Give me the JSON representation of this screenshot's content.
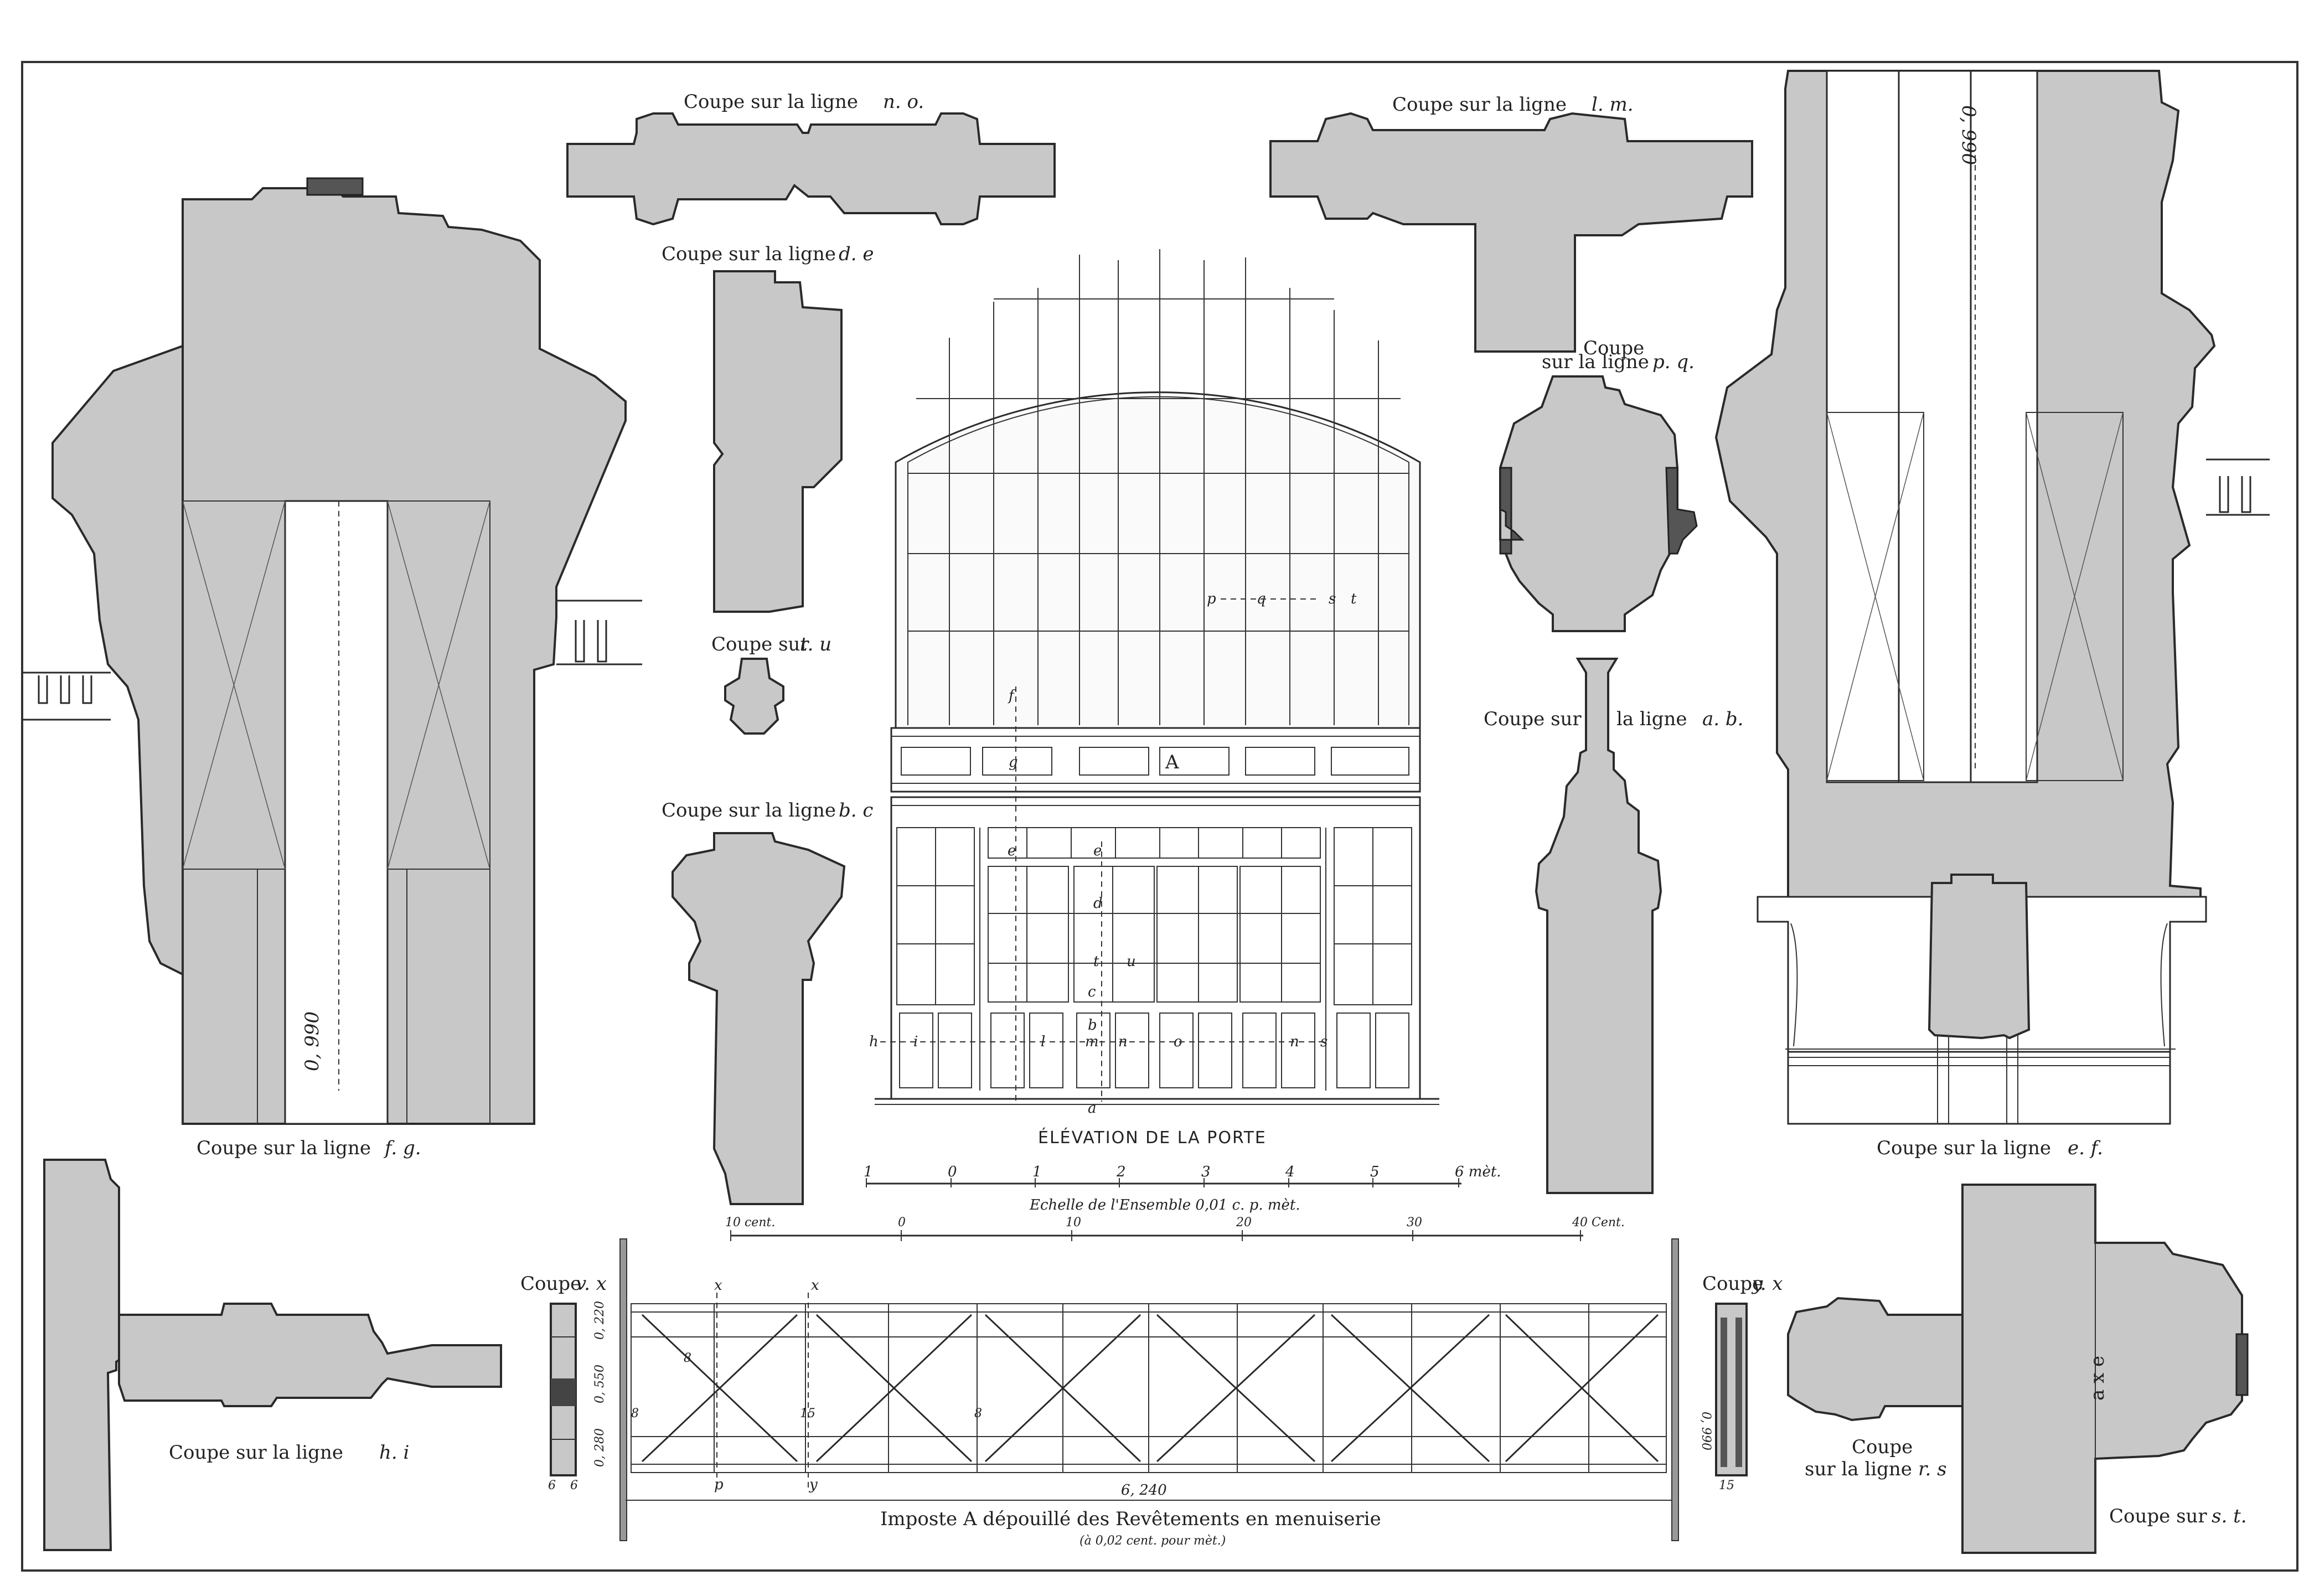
{
  "labels": {
    "coupe_no": "Coupe sur la ligne",
    "coupe_no_letters": "n. o.",
    "coupe_lm": "Coupe sur la ligne",
    "coupe_lm_letters": "l. m.",
    "coupe_de": "Coupe sur la ligne",
    "coupe_de_letters": "d. e",
    "coupe_pq_1": "Coupe",
    "coupe_pq_2": "sur la ligne",
    "coupe_pq_letters": "p. q.",
    "coupe_tu": "Coupe sur",
    "coupe_tu_letters": "t. u",
    "coupe_ab_1": "Coupe sur",
    "coupe_ab_2": "la ligne",
    "coupe_ab_letters": "a. b.",
    "coupe_bc": "Coupe sur la ligne",
    "coupe_bc_letters": "b. c",
    "coupe_fg": "Coupe sur la ligne",
    "coupe_fg_letters": "f. g.",
    "coupe_ef": "Coupe sur la ligne",
    "coupe_ef_letters": "e. f.",
    "coupe_hi": "Coupe sur la ligne",
    "coupe_hi_letters": "h. i",
    "coupe_rs_1": "Coupe",
    "coupe_rs_2": "sur la ligne",
    "coupe_rs_letters": "r. s",
    "coupe_st": "Coupe sur",
    "coupe_st_letters": "s. t.",
    "coupe_vx": "Coupe",
    "coupe_vx_letters": "v. x",
    "coupe_yx": "Coupe",
    "coupe_yx_letters": "y. x",
    "elevation_title": "ÉLÉVATION DE LA PORTE",
    "panel_A": "A",
    "imposte_title": "Imposte A dépouillé des Revêtements en menuiserie",
    "imposte_scale": "(à 0,02 cent. pour mèt.)",
    "imposte_length": "6, 240",
    "dim_0990": "0, 990",
    "axe": "a x e"
  },
  "scale_ensemble": {
    "caption": "Echelle de l'Ensemble 0,01 c. p. mèt.",
    "ticks": [
      "1",
      "0",
      "1",
      "2",
      "3",
      "4",
      "5",
      "6 mèt."
    ]
  },
  "scale_details": {
    "ticks": [
      "10 cent.",
      "0",
      "10",
      "20",
      "30",
      "40 Cent."
    ]
  },
  "elevation_letters": [
    "p",
    "q",
    "s",
    "t",
    "f",
    "g",
    "e",
    "d",
    "e",
    "t",
    "u",
    "h",
    "i",
    "l",
    "m",
    "n",
    "o",
    "n",
    "s",
    "a",
    "b",
    "c"
  ],
  "imposte_marks": [
    "x",
    "x",
    "p",
    "y",
    "8",
    "15",
    "8",
    "8",
    "0, 220",
    "0, 550",
    "0, 280",
    "0, 990",
    "6",
    "6",
    "15"
  ]
}
